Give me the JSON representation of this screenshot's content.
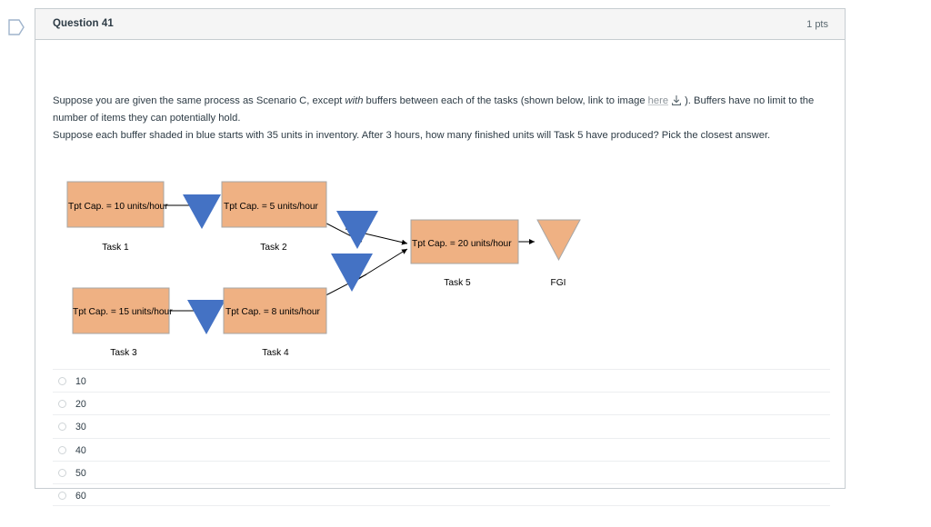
{
  "flag": {
    "icon": "flag-outline-icon"
  },
  "question": {
    "title": "Question 41",
    "points": "1 pts",
    "paragraph1_a": "Suppose you are given the same process as Scenario C, except ",
    "paragraph1_emph": "with",
    "paragraph1_b": " buffers between each of the tasks (shown below, link to image ",
    "paragraph1_link": "here",
    "paragraph1_c": "). Buffers have no limit to the number of items they can potentially hold.",
    "paragraph2": "Suppose each buffer shaded in blue starts with 35 units in inventory. After 3 hours, how many finished units will Task 5 have produced? Pick the closest answer.",
    "download_icon": "download-icon"
  },
  "diagram": {
    "title": "process-flow-diagram",
    "box_fill": "#EFB183",
    "box_stroke": "#A6A6A6",
    "buffer_fill": "#4472C4",
    "fgi_fill": "#EFB183",
    "fgi_stroke": "#A6A6A6",
    "arrow_color": "#000000",
    "nodes": [
      {
        "id": "task1",
        "label": "Tpt Cap. = 10 units/hour",
        "caption": "Task 1"
      },
      {
        "id": "task2",
        "label": "Tpt Cap. = 5 units/hour",
        "caption": "Task 2"
      },
      {
        "id": "task3",
        "label": "Tpt Cap. = 15 units/hour",
        "caption": "Task 3"
      },
      {
        "id": "task4",
        "label": "Tpt Cap. = 8 units/hour",
        "caption": "Task 4"
      },
      {
        "id": "task5",
        "label": "Tpt Cap. = 20 units/hour",
        "caption": "Task 5"
      },
      {
        "id": "fgi",
        "label": "",
        "caption": "FGI"
      }
    ],
    "buffers": [
      {
        "id": "buffer1-2",
        "between": "task1-task2"
      },
      {
        "id": "buffer3-4",
        "between": "task3-task4"
      },
      {
        "id": "buffer2-5",
        "between": "task2-task5"
      },
      {
        "id": "buffer4-5",
        "between": "task4-task5"
      }
    ]
  },
  "answers": {
    "options": [
      {
        "value": "10"
      },
      {
        "value": "20"
      },
      {
        "value": "30"
      },
      {
        "value": "40"
      },
      {
        "value": "50"
      },
      {
        "value": "60"
      }
    ]
  }
}
